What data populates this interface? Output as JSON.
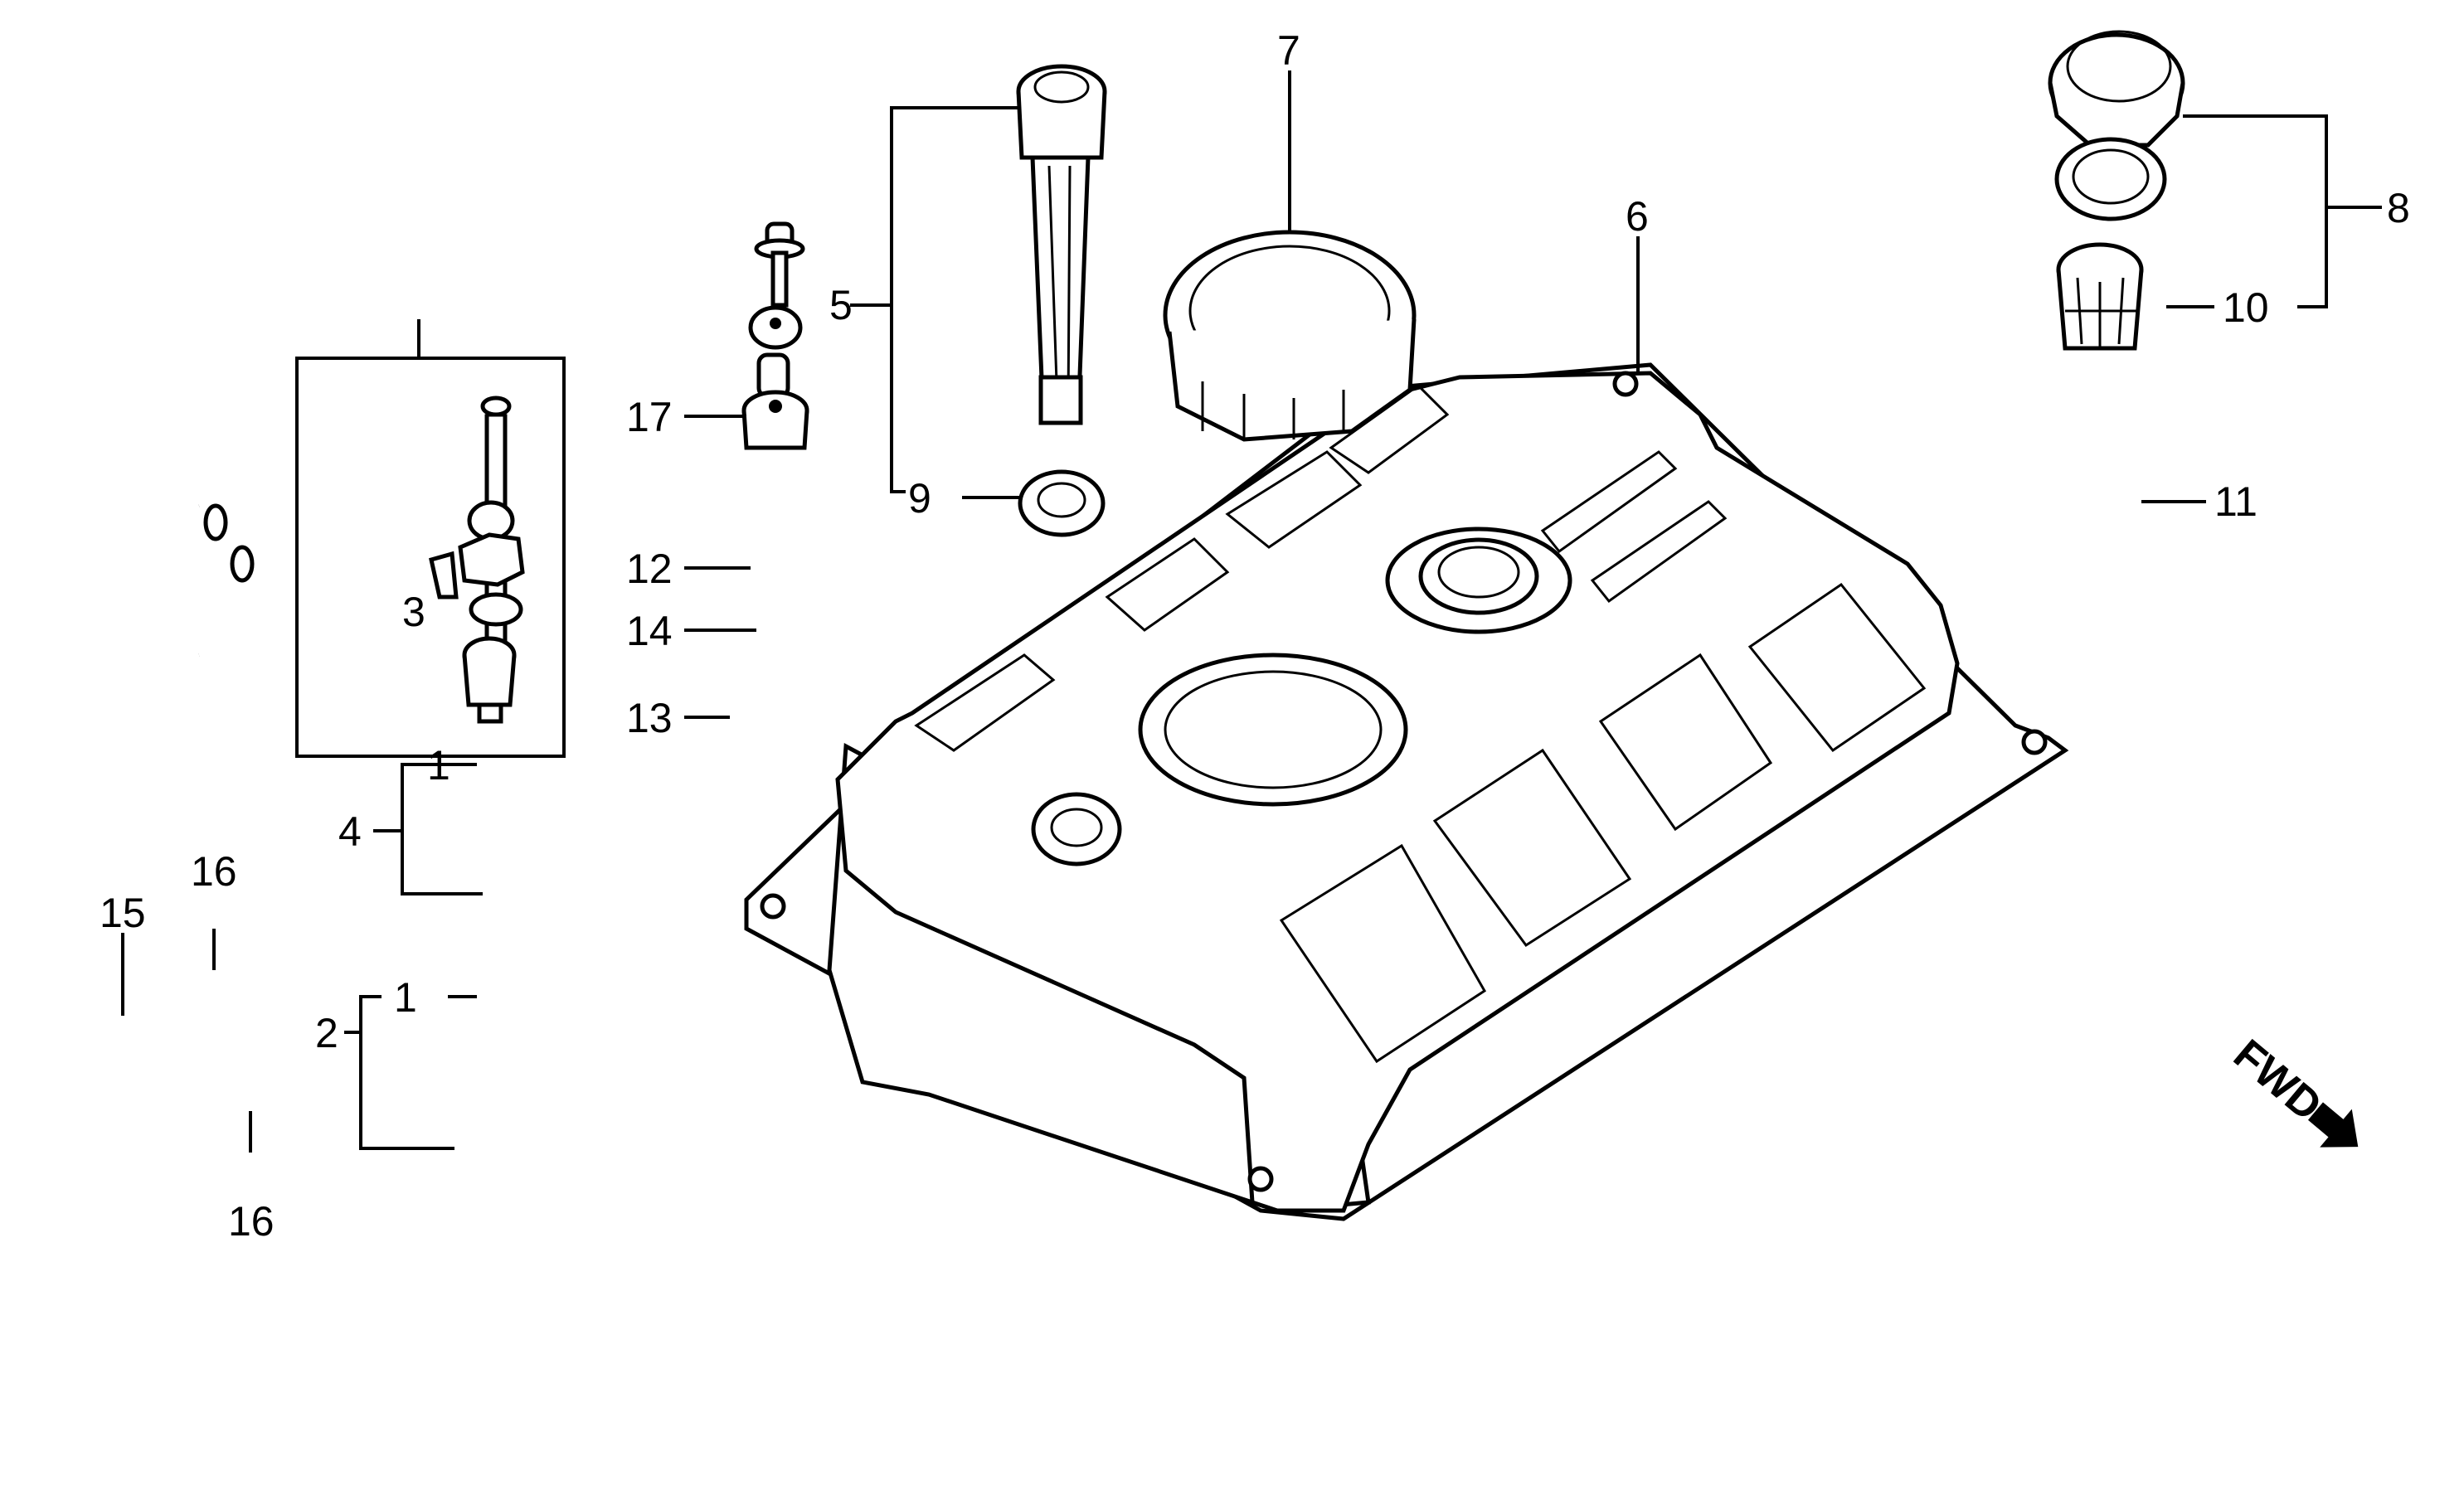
{
  "diagram": {
    "title": "Fuel tank exploded parts diagram",
    "labels": [
      {
        "id": "1a",
        "text": "1"
      },
      {
        "id": "1b",
        "text": "1"
      },
      {
        "id": "2",
        "text": "2"
      },
      {
        "id": "3",
        "text": "3"
      },
      {
        "id": "4",
        "text": "4"
      },
      {
        "id": "5",
        "text": "5"
      },
      {
        "id": "6",
        "text": "6"
      },
      {
        "id": "7",
        "text": "7"
      },
      {
        "id": "8",
        "text": "8"
      },
      {
        "id": "9",
        "text": "9"
      },
      {
        "id": "10",
        "text": "10"
      },
      {
        "id": "11",
        "text": "11"
      },
      {
        "id": "12",
        "text": "12"
      },
      {
        "id": "13",
        "text": "13"
      },
      {
        "id": "14",
        "text": "14"
      },
      {
        "id": "15",
        "text": "15"
      },
      {
        "id": "16a",
        "text": "16"
      },
      {
        "id": "16b",
        "text": "16"
      },
      {
        "id": "17",
        "text": "17"
      }
    ],
    "direction_marker": {
      "text": "FWD",
      "icon": "arrow-right-down-icon"
    },
    "colors": {
      "ink": "#000000",
      "paper": "#ffffff"
    }
  }
}
